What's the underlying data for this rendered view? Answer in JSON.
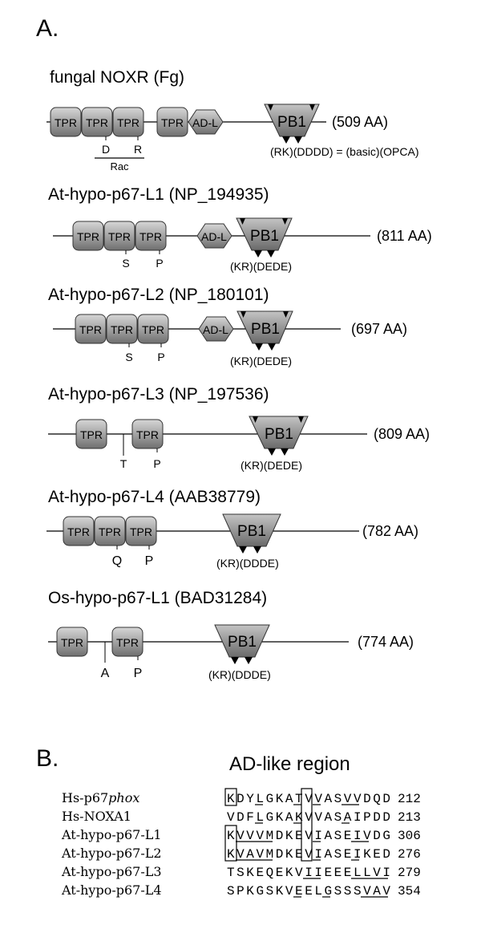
{
  "panel_a": {
    "label": "A.",
    "rac_label": "Rac",
    "proteins": [
      {
        "name": "fungal NOXR (Fg)",
        "length": "(509 AA)",
        "domains": [
          "TPR",
          "TPR",
          "TPR",
          "TPR",
          "AD-L",
          "PB1"
        ],
        "residues": [
          "D",
          "R"
        ],
        "motif": "(RK)(DDDD) = (basic)(OPCA)"
      },
      {
        "name": "At-hypo-p67-L1 (NP_194935)",
        "length": "(811 AA)",
        "domains": [
          "TPR",
          "TPR",
          "TPR",
          "AD-L",
          "PB1"
        ],
        "residues": [
          "S",
          "P"
        ],
        "motif": "(KR)(DEDE)"
      },
      {
        "name": "At-hypo-p67-L2 (NP_180101)",
        "length": "(697 AA)",
        "domains": [
          "TPR",
          "TPR",
          "TPR",
          "AD-L",
          "PB1"
        ],
        "residues": [
          "S",
          "P"
        ],
        "motif": "(KR)(DEDE)"
      },
      {
        "name": "At-hypo-p67-L3 (NP_197536)",
        "length": "(809 AA)",
        "domains": [
          "TPR",
          "TPR",
          "PB1"
        ],
        "residues": [
          "T",
          "P"
        ],
        "motif": "(KR)(DEDE)"
      },
      {
        "name": "At-hypo-p67-L4 (AAB38779)",
        "length": "(782 AA)",
        "domains": [
          "TPR",
          "TPR",
          "TPR",
          "PB1"
        ],
        "residues": [
          "Q",
          "P"
        ],
        "motif": "(KR)(DDDE)"
      },
      {
        "name": "Os-hypo-p67-L1 (BAD31284)",
        "length": "(774 AA)",
        "domains": [
          "TPR",
          "TPR",
          "PB1"
        ],
        "residues": [
          "A",
          "P"
        ],
        "motif": "(KR)(DDDE)"
      }
    ]
  },
  "panel_b": {
    "label": "B.",
    "title": "AD-like region",
    "rows": [
      {
        "name": "Hs-p67",
        "name_italic": "phox",
        "seq": "KDYLGKATVVASVVDQD",
        "num": "212"
      },
      {
        "name": "Hs-NOXA1",
        "name_italic": "",
        "seq": "VDFLGKAKVVASAIPDD",
        "num": "213"
      },
      {
        "name": "At-hypo-p67-L1",
        "name_italic": "",
        "seq": "KVVVMDKEVIASEIVDG",
        "num": "306"
      },
      {
        "name": "At-hypo-p67-L2",
        "name_italic": "",
        "seq": "KVAVMDKEVIASEIKED",
        "num": "276"
      },
      {
        "name": "At-hypo-p67-L3",
        "name_italic": "",
        "seq": "TSKEQEKVIIEEELLVI",
        "num": "279"
      },
      {
        "name": "At-hypo-p67-L4",
        "name_italic": "",
        "seq": "SPKGSKVEELGSSSVAV",
        "num": "354"
      }
    ]
  }
}
